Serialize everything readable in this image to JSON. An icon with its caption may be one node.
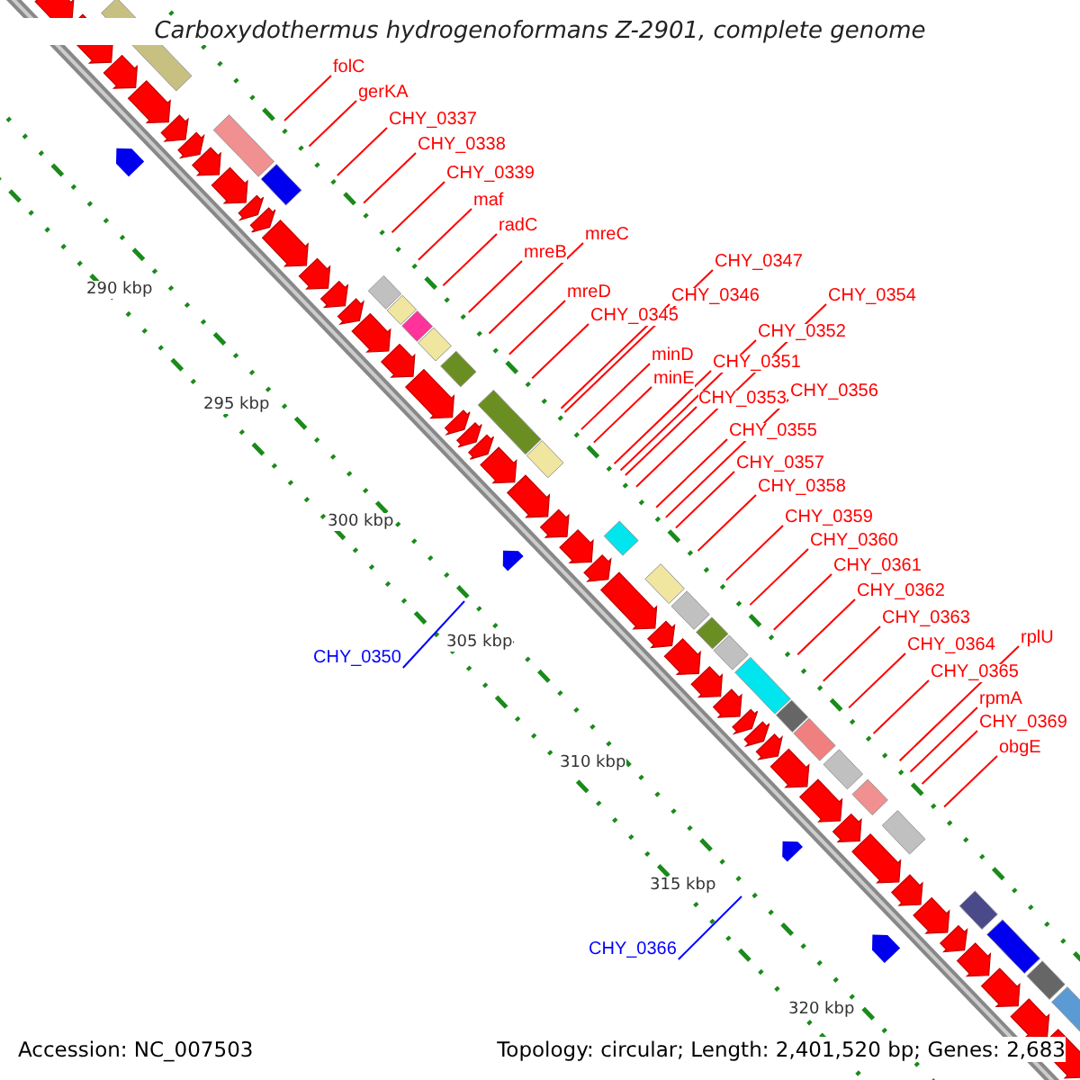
{
  "diagram": {
    "title": "Carboxydothermus hydrogenoformans Z-2901, complete genome",
    "nodes": [
      {
        "text": [
          "folC"
        ]
      },
      {
        "text": [
          "gerKA"
        ]
      },
      {
        "text": [
          "CHY_0337"
        ]
      },
      {
        "text": [
          "CHY_0338"
        ]
      },
      {
        "text": [
          "CHY_0339"
        ]
      },
      {
        "text": [
          "maf"
        ]
      },
      {
        "text": [
          "radC"
        ]
      },
      {
        "text": [
          "mreC"
        ]
      },
      {
        "text": [
          "mreB"
        ]
      },
      {
        "text": [
          "CHY_0347"
        ]
      },
      {
        "text": [
          "mreD"
        ]
      },
      {
        "text": [
          "CHY_0346"
        ]
      },
      {
        "text": [
          "CHY_0354"
        ]
      },
      {
        "text": [
          "CHY_0345"
        ]
      },
      {
        "text": [
          "CHY_0352"
        ]
      },
      {
        "text": [
          "minD"
        ]
      },
      {
        "text": [
          "CHY_0351"
        ]
      },
      {
        "text": [
          "minE"
        ]
      },
      {
        "text": [
          "CHY_0356"
        ]
      },
      {
        "text": [
          "CHY_0353"
        ]
      },
      {
        "text": [
          "CHY_0355"
        ]
      },
      {
        "text": [
          "CHY_0357"
        ]
      },
      {
        "text": [
          "CHY_0358"
        ]
      },
      {
        "text": [
          "CHY_0359"
        ]
      },
      {
        "text": [
          "CHY_0360"
        ]
      },
      {
        "text": [
          "CHY_0361"
        ]
      },
      {
        "text": [
          "CHY_0362"
        ]
      },
      {
        "text": [
          "CHY_0363"
        ]
      },
      {
        "text": [
          "rplU"
        ]
      },
      {
        "text": [
          "CHY_0350"
        ]
      },
      {
        "text": [
          "CHY_0364"
        ]
      },
      {
        "text": [
          "CHY_0365"
        ]
      },
      {
        "text": [
          "rpmA"
        ]
      },
      {
        "text": [
          "CHY_0369"
        ]
      },
      {
        "text": [
          "obgE"
        ]
      },
      {
        "text": [
          "CHY_0366"
        ]
      }
    ],
    "edges": [
      {
        "from": 0,
        "to": null,
        "arrow": "none"
      },
      {
        "from": 1,
        "to": null,
        "arrow": "none"
      },
      {
        "from": 2,
        "to": null,
        "arrow": "none"
      },
      {
        "from": 3,
        "to": null,
        "arrow": "none"
      },
      {
        "from": 4,
        "to": null,
        "arrow": "none"
      },
      {
        "from": 5,
        "to": null,
        "arrow": "none"
      },
      {
        "from": 6,
        "to": null,
        "arrow": "none"
      },
      {
        "from": 7,
        "to": null,
        "arrow": "none"
      },
      {
        "from": 8,
        "to": null,
        "arrow": "none"
      },
      {
        "from": 9,
        "to": null,
        "arrow": "none"
      },
      {
        "from": 10,
        "to": null,
        "arrow": "none"
      },
      {
        "from": 11,
        "to": null,
        "arrow": "none"
      },
      {
        "from": 12,
        "to": null,
        "arrow": "none"
      },
      {
        "from": 13,
        "to": null,
        "arrow": "none"
      },
      {
        "from": 14,
        "to": null,
        "arrow": "none"
      },
      {
        "from": 15,
        "to": null,
        "arrow": "none"
      },
      {
        "from": 16,
        "to": null,
        "arrow": "none"
      },
      {
        "from": 17,
        "to": null,
        "arrow": "none"
      },
      {
        "from": 18,
        "to": null,
        "arrow": "none"
      },
      {
        "from": 19,
        "to": null,
        "arrow": "none"
      },
      {
        "from": 20,
        "to": null,
        "arrow": "none"
      },
      {
        "from": 21,
        "to": null,
        "arrow": "none"
      },
      {
        "from": 22,
        "to": null,
        "arrow": "none"
      },
      {
        "from": 23,
        "to": null,
        "arrow": "none"
      },
      {
        "from": 24,
        "to": null,
        "arrow": "none"
      },
      {
        "from": 25,
        "to": null,
        "arrow": "none"
      },
      {
        "from": 26,
        "to": null,
        "arrow": "none"
      },
      {
        "from": 27,
        "to": null,
        "arrow": "none"
      },
      {
        "from": 28,
        "to": null,
        "arrow": "none"
      },
      {
        "from": 29,
        "to": null,
        "arrow": "none",
        "color": "#0000ff"
      },
      {
        "from": 30,
        "to": null,
        "arrow": "none"
      },
      {
        "from": 31,
        "to": null,
        "arrow": "none"
      },
      {
        "from": 32,
        "to": null,
        "arrow": "none"
      },
      {
        "from": 33,
        "to": null,
        "arrow": "none"
      },
      {
        "from": 34,
        "to": null,
        "arrow": "none"
      },
      {
        "from": 35,
        "to": null,
        "arrow": "none",
        "color": "#0000ff"
      }
    ],
    "labels": [
      "290 kbp",
      "295 kbp",
      "300 kbp",
      "305 kbp",
      "310 kbp",
      "315 kbp",
      "320 kbp",
      "Accession: NC_007503",
      "Topology: circular; Length: 2,401,520 bp; Genes: 2,683"
    ]
  }
}
